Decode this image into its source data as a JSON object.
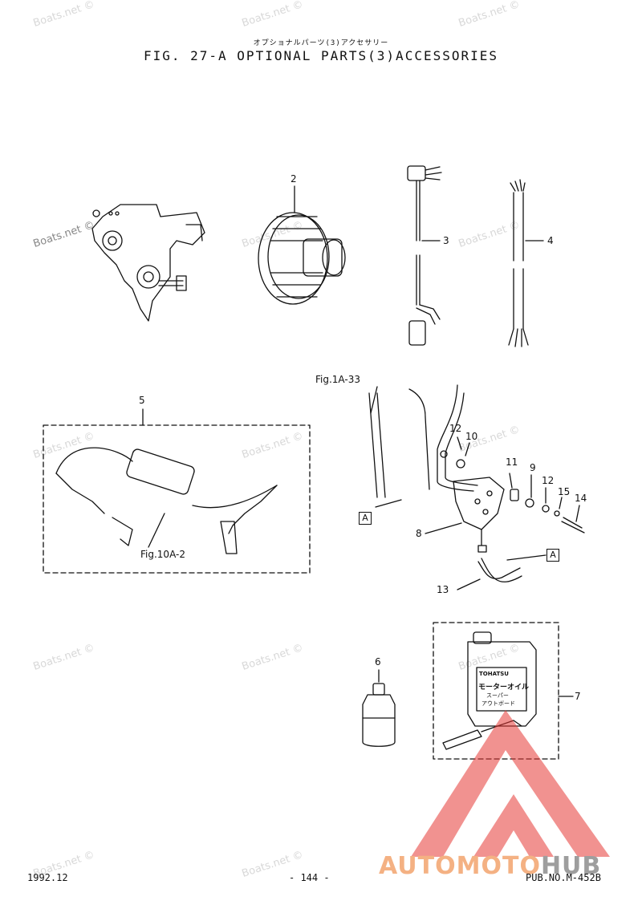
{
  "header": {
    "subtitle_jp": "オプショナルパーツ(3)アクセサリー",
    "title": "FIG. 27-A OPTIONAL PARTS(3)ACCESSORIES"
  },
  "watermark": {
    "text": "Boats.net ©"
  },
  "callouts": [
    "2",
    "3",
    "4",
    "5",
    "6",
    "7",
    "8",
    "9",
    "10",
    "11",
    "12",
    "12",
    "13",
    "14",
    "15"
  ],
  "figure_refs": {
    "fig1a33": "Fig.1A-33",
    "fig10a2": "Fig.10A-2",
    "box_a": "A"
  },
  "footer": {
    "date": "1992.12",
    "page": "- 144 -",
    "pub": "PUB.NO.M-452B"
  },
  "logo": {
    "part1": "AUTO",
    "part2": "MOTO",
    "part3": "HUB",
    "accent_color": "#e53935"
  },
  "oil_label": {
    "brand": "TOHATSU",
    "line1": "モーターオイル",
    "line2": "スーパー",
    "line3": "アウトボード"
  }
}
